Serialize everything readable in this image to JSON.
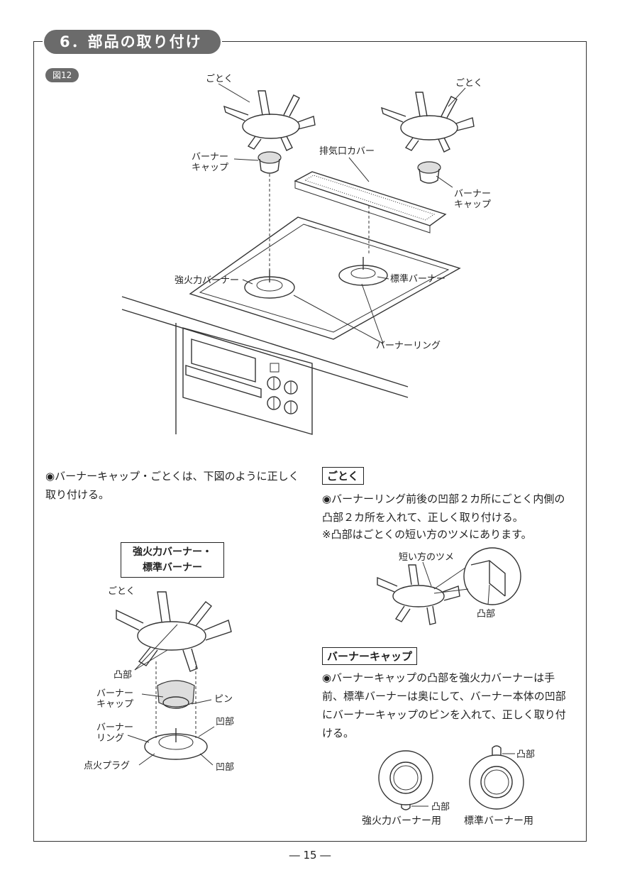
{
  "section": {
    "title": "6．部品の取り付け"
  },
  "figure": {
    "badge": "図12"
  },
  "top_labels": {
    "gotoku_left": "ごとく",
    "gotoku_right": "ごとく",
    "burner_cap_left": "バーナー\nキャップ",
    "burner_cap_right": "バーナー\nキャップ",
    "exhaust_cover": "排気口カバー",
    "strong_burner": "強火力バーナー",
    "standard_burner": "標準バーナー",
    "burner_ring": "バーナーリング"
  },
  "left_col": {
    "intro": "◉バーナーキャップ・ごとくは、下図のように正しく取り付ける。",
    "box_title_1": "強火力バーナー・",
    "box_title_2": "標準バーナー",
    "labels": {
      "gotoku": "ごとく",
      "totsubu": "凸部",
      "cap": "バーナー\nキャップ",
      "pin": "ピン",
      "ring": "バーナー\nリング",
      "oubu_1": "凹部",
      "igniter": "点火プラグ",
      "oubu_2": "凹部"
    }
  },
  "right_col": {
    "gotoku_head": "ごとく",
    "gotoku_text": "◉バーナーリング前後の凹部２カ所にごとく内側の凸部２カ所を入れて、正しく取り付ける。",
    "gotoku_note": "※凸部はごとくの短い方のツメにあります。",
    "short_claw": "短い方のツメ",
    "totsubu": "凸部",
    "cap_head": "バーナーキャップ",
    "cap_text": "◉バーナーキャップの凸部を強火力バーナーは手前、標準バーナーは奥にして、バーナー本体の凹部にバーナーキャップのピンを入れて、正しく取り付ける。",
    "strong_use": "強火力バーナー用",
    "standard_use": "標準バーナー用",
    "totsubu_a": "凸部",
    "totsubu_b": "凸部"
  },
  "page_number": "― 15 ―"
}
